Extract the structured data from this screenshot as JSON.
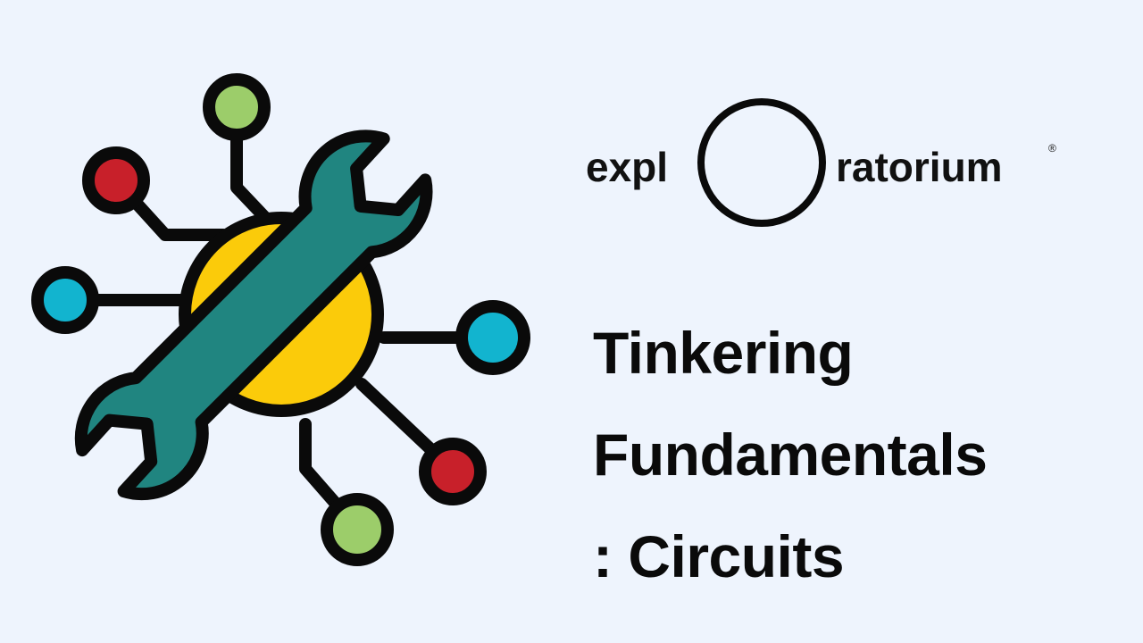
{
  "logo": {
    "text_left": "expl",
    "text_right": "ratorium",
    "registered_mark": "®"
  },
  "title": {
    "line1": "Tinkering",
    "line2": "Fundamentals",
    "line3": ": Circuits"
  },
  "colors": {
    "background": "#eef4fd",
    "outline": "#0a0a0a",
    "wrench": "#208580",
    "hub": "#fbcb0a",
    "node_red": "#c8202a",
    "node_green": "#9ccd6a",
    "node_blue": "#12b4cf"
  },
  "icons": {
    "illustration": "wrench-circuit-icon"
  }
}
